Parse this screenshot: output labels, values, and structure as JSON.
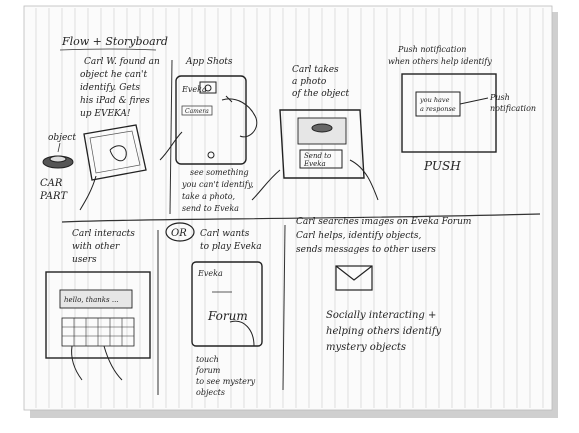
{
  "page": {
    "title": "Flow + Storyboard"
  },
  "panels": [
    {
      "id": "p1",
      "caption_lines": [
        "Carl W. found an",
        "object he can't",
        "identify. Gets",
        "his iPad & fires",
        "up EVEKA!"
      ],
      "labels": [
        "object",
        "CAR",
        "PART"
      ]
    },
    {
      "id": "p2",
      "caption_lines": [
        "App Shots"
      ],
      "screen_text": [
        "Eveka",
        "Camera"
      ],
      "note_lines": [
        "see something",
        "you can't identify,",
        "take a photo,",
        "send to Eveka"
      ]
    },
    {
      "id": "p3",
      "caption_lines": [
        "Carl takes",
        "a photo",
        "of the object"
      ],
      "screen_text": [
        "Send to",
        "Eveka"
      ]
    },
    {
      "id": "p4",
      "caption_lines": [
        "Push notification",
        "when others help identify"
      ],
      "screen_text": [
        "you have",
        "a response"
      ],
      "labels": [
        "Push",
        "notification",
        "PUSH"
      ]
    },
    {
      "id": "p5",
      "caption_lines": [
        "Carl interacts",
        "with other",
        "users"
      ],
      "screen_text": [
        "hello, thanks ..."
      ]
    },
    {
      "id": "p6",
      "or_label": "OR",
      "caption_lines": [
        "Carl wants",
        "to play Eveka"
      ],
      "screen_text": [
        "Eveka",
        "Forum"
      ],
      "note_lines": [
        "touch",
        "forum",
        "to see mystery",
        "objects"
      ]
    },
    {
      "id": "p7",
      "caption_lines": [
        "Carl searches images on Eveka Forum",
        "Carl helps, identify objects,",
        "sends messages to other users"
      ],
      "note_lines": [
        "Socially interacting +",
        "helping others identify",
        "mystery objects"
      ]
    }
  ]
}
